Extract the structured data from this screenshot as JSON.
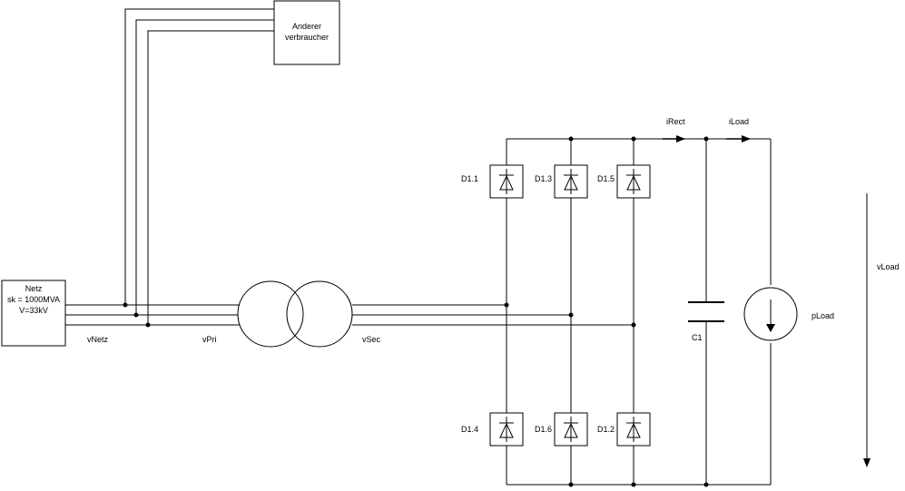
{
  "blocks": {
    "netz": {
      "lines": [
        "Netz",
        "sk = 1000MVA",
        "V=33kV"
      ]
    },
    "other_consumer": {
      "lines": [
        "Anderer",
        "verbraucher"
      ]
    }
  },
  "voltages": {
    "vnetz": "vNetz",
    "vpri": "vPri",
    "vsec": "vSec",
    "vload": "vLoad"
  },
  "currents": {
    "irect": "iRect",
    "iload": "iLoad"
  },
  "diodes": {
    "d11": "D1.1",
    "d13": "D1.3",
    "d15": "D1.5",
    "d14": "D1.4",
    "d16": "D1.6",
    "d12": "D1.2"
  },
  "capacitor": "C1",
  "load": "pLoad"
}
